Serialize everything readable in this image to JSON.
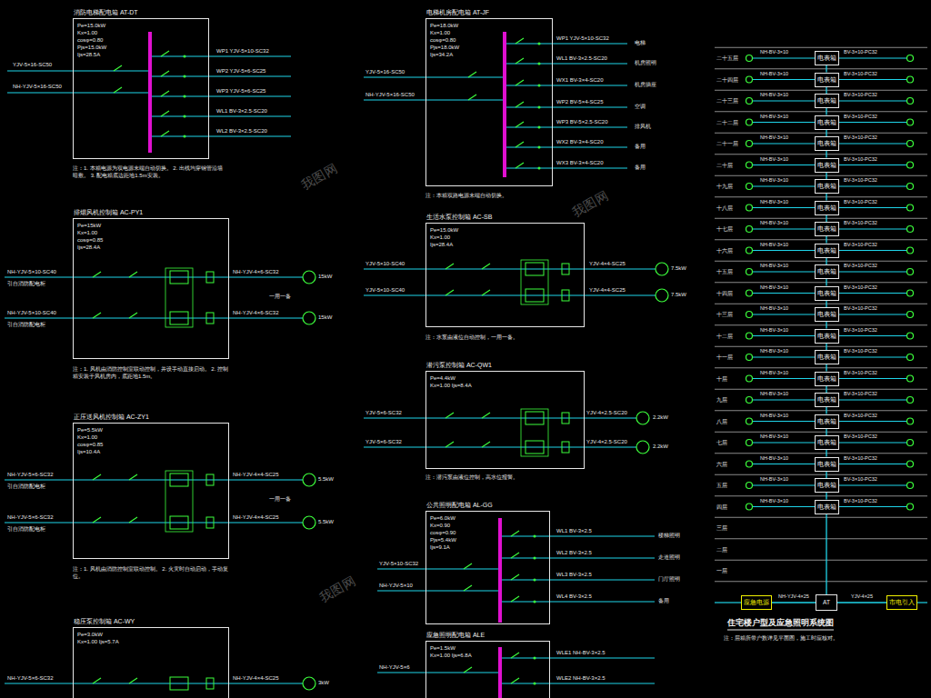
{
  "diagram": {
    "title": "住宅楼户型及应急照明系统图",
    "caption": "注：层箱所带户数详见平面图，施工时应核对。",
    "nodes": [
      {
        "text": [
          "消防电梯配电箱 AT-DT",
          "Pe=15.0kW Kx=1.00 cosφ=0.80 Pjs=15.0kW Ijs=28.5A"
        ]
      },
      {
        "text": [
          "排烟风机控制箱 AC-PY1",
          "Pe=15kW Kx=1.00 cosφ=0.85 Ijs=28.4A"
        ]
      },
      {
        "text": [
          "正压送风机控制箱 AC-ZY1",
          "Pe=5.5kW Kx=1.00 cosφ=0.85 Ijs=10.4A"
        ]
      },
      {
        "text": [
          "稳压泵控制箱 AC-WY",
          "Pe=3.0kW Kx=1.00 Ijs=5.7A"
        ]
      },
      {
        "text": [
          "电梯机房配电箱 AT-JF",
          "Pe=18.0kW Kx=1.00 cosφ=0.80 Pjs=18.0kW Ijs=34.2A"
        ]
      },
      {
        "text": [
          "生活水泵控制箱 AC-SB",
          "Pe=15.0kW Kx=1.00 Ijs=28.4A"
        ]
      },
      {
        "text": [
          "潜污泵控制箱 AC-QW1",
          "Pe=4.4kW Kx=1.00 Ijs=8.4A"
        ]
      },
      {
        "text": [
          "公共照明配电箱 AL-GG",
          "Pe=6.0kW Kx=0.90 cosφ=0.90 Pjs=5.4kW Ijs=9.1A"
        ]
      },
      {
        "text": [
          "应急照明配电箱 ALE",
          "Pe=1.5kW Kx=1.00 Ijs=6.8A"
        ]
      },
      {
        "text": [
          "电表箱"
        ]
      },
      {
        "text": [
          "电表箱"
        ]
      },
      {
        "text": [
          "电表箱"
        ]
      },
      {
        "text": [
          "电表箱"
        ]
      },
      {
        "text": [
          "电表箱"
        ]
      },
      {
        "text": [
          "电表箱"
        ]
      },
      {
        "text": [
          "电表箱"
        ]
      },
      {
        "text": [
          "电表箱"
        ]
      },
      {
        "text": [
          "电表箱"
        ]
      },
      {
        "text": [
          "电表箱"
        ]
      },
      {
        "text": [
          "电表箱"
        ]
      },
      {
        "text": [
          "电表箱"
        ]
      },
      {
        "text": [
          "电表箱"
        ]
      },
      {
        "text": [
          "电表箱"
        ]
      },
      {
        "text": [
          "电表箱"
        ]
      },
      {
        "text": [
          "电表箱"
        ]
      },
      {
        "text": [
          "电表箱"
        ]
      },
      {
        "text": [
          "电表箱"
        ]
      },
      {
        "text": [
          "电表箱"
        ]
      },
      {
        "text": [
          "电表箱"
        ]
      },
      {
        "text": [
          "电表箱"
        ]
      },
      {
        "text": [
          "电表箱"
        ]
      },
      {
        "text": [
          "应急电源"
        ]
      },
      {
        "text": [
          "AT"
        ]
      },
      {
        "text": [
          "市电引入"
        ]
      }
    ],
    "edges": [
      {
        "from": 9,
        "to": 10,
        "arrow": "none"
      },
      {
        "from": 10,
        "to": 11,
        "arrow": "none"
      },
      {
        "from": 11,
        "to": 12,
        "arrow": "none"
      },
      {
        "from": 12,
        "to": 13,
        "arrow": "none"
      },
      {
        "from": 13,
        "to": 14,
        "arrow": "none"
      },
      {
        "from": 14,
        "to": 15,
        "arrow": "none"
      },
      {
        "from": 15,
        "to": 16,
        "arrow": "none"
      },
      {
        "from": 16,
        "to": 17,
        "arrow": "none"
      },
      {
        "from": 17,
        "to": 18,
        "arrow": "none"
      },
      {
        "from": 18,
        "to": 19,
        "arrow": "none"
      },
      {
        "from": 19,
        "to": 20,
        "arrow": "none"
      },
      {
        "from": 20,
        "to": 21,
        "arrow": "none"
      },
      {
        "from": 21,
        "to": 22,
        "arrow": "none"
      },
      {
        "from": 22,
        "to": 23,
        "arrow": "none"
      },
      {
        "from": 23,
        "to": 24,
        "arrow": "none"
      },
      {
        "from": 24,
        "to": 25,
        "arrow": "none"
      },
      {
        "from": 25,
        "to": 26,
        "arrow": "none"
      },
      {
        "from": 26,
        "to": 27,
        "arrow": "none"
      },
      {
        "from": 27,
        "to": 28,
        "arrow": "none"
      },
      {
        "from": 28,
        "to": 29,
        "arrow": "none"
      },
      {
        "from": 29,
        "to": 30,
        "arrow": "none"
      },
      {
        "from": 30,
        "to": 32,
        "arrow": "none"
      },
      {
        "from": 31,
        "to": 32,
        "label": "NH-YJV-4×25",
        "arrow": "none"
      },
      {
        "from": 32,
        "to": 33,
        "label": "YJV-4×25",
        "arrow": "none"
      }
    ],
    "labels": [
      "YJV-5×16-SC50",
      "NH-YJV-5×16-SC50",
      "WP1 YJV-5×10-SC32",
      "WP2 YJV-5×6-SC25",
      "WP3 YJV-5×6-SC25",
      "WL1 BV-3×2.5-SC20",
      "WL2 BV-3×2.5-SC20",
      "注：1. 本箱电源为双电源末端自动切换。 2. 出线均穿钢管沿墙暗敷。 3. 配电箱底边距地1.5m安装。",
      "NH-YJV-5×10-SC40",
      "引自消防配电柜",
      "NH-YJV-5×10-SC40",
      "引自消防配电柜",
      "NH-YJV-4×6-SC32",
      "NH-YJV-4×6-SC32",
      "一用一备",
      "15kW",
      "15kW",
      "注：1. 风机由消防控制室联动控制，并设手动直接启动。 2. 控制箱安装于风机房内，底距地1.5m。",
      "NH-YJV-5×6-SC32",
      "引自消防配电柜",
      "NH-YJV-5×6-SC32",
      "引自消防配电柜",
      "NH-YJV-4×4-SC25",
      "NH-YJV-4×4-SC25",
      "一用一备",
      "5.5kW",
      "5.5kW",
      "注：1. 风机由消防控制室联动控制。 2. 火灾时自动启动，手动复位。",
      "NH-YJV-5×6-SC32",
      "NH-YJV-4×4-SC25",
      "3kW",
      "YJV-5×16-SC50",
      "NH-YJV-5×16-SC50",
      "WP1 YJV-5×10-SC32",
      "WL1 BV-3×2.5-SC20",
      "WX1 BV-3×4-SC20",
      "WP2 BV-5×4-SC25",
      "WP3 BV-5×2.5-SC20",
      "WX2 BV-3×4-SC20",
      "WX3 BV-3×4-SC20",
      "电梯",
      "机房照明",
      "机房插座",
      "空调",
      "排风机",
      "备用",
      "备用",
      "注：本箱双路电源末端自动切换。",
      "YJV-5×10-SC40",
      "YJV-5×10-SC40",
      "YJV-4×4-SC25",
      "YJV-4×4-SC25",
      "7.5kW",
      "7.5kW",
      "注：水泵由液位自动控制，一用一备。",
      "YJV-5×6-SC32",
      "YJV-5×6-SC32",
      "YJV-4×2.5-SC20",
      "YJV-4×2.5-SC20",
      "2.2kW",
      "2.2kW",
      "注：潜污泵由液位控制，高水位报警。",
      "YJV-5×10-SC32",
      "NH-YJV-5×10",
      "WL1 BV-3×2.5",
      "WL2 BV-3×2.5",
      "WL3 BV-3×2.5",
      "WL4 BV-3×2.5",
      "楼梯照明",
      "走道照明",
      "门厅照明",
      "备用",
      "NH-YJV-5×6",
      "WLE1 NH-BV-3×2.5",
      "WLE2 NH-BV-3×2.5",
      "二十五层",
      "NH-BV-3×10",
      "BV-3×10-PC32",
      "二十四层",
      "NH-BV-3×10",
      "BV-3×10-PC32",
      "二十三层",
      "NH-BV-3×10",
      "BV-3×10-PC32",
      "二十二层",
      "NH-BV-3×10",
      "BV-3×10-PC32",
      "二十一层",
      "NH-BV-3×10",
      "BV-3×10-PC32",
      "二十层",
      "NH-BV-3×10",
      "BV-3×10-PC32",
      "十九层",
      "NH-BV-3×10",
      "BV-3×10-PC32",
      "十八层",
      "NH-BV-3×10",
      "BV-3×10-PC32",
      "十七层",
      "NH-BV-3×10",
      "BV-3×10-PC32",
      "十六层",
      "NH-BV-3×10",
      "BV-3×10-PC32",
      "十五层",
      "NH-BV-3×10",
      "BV-3×10-PC32",
      "十四层",
      "NH-BV-3×10",
      "BV-3×10-PC32",
      "十三层",
      "NH-BV-3×10",
      "BV-3×10-PC32",
      "十二层",
      "NH-BV-3×10",
      "BV-3×10-PC32",
      "十一层",
      "NH-BV-3×10",
      "BV-3×10-PC32",
      "十层",
      "NH-BV-3×10",
      "BV-3×10-PC32",
      "九层",
      "NH-BV-3×10",
      "BV-3×10-PC32",
      "八层",
      "NH-BV-3×10",
      "BV-3×10-PC32",
      "七层",
      "NH-BV-3×10",
      "BV-3×10-PC32",
      "六层",
      "NH-BV-3×10",
      "BV-3×10-PC32",
      "五层",
      "NH-BV-3×10",
      "BV-3×10-PC32",
      "四层",
      "NH-BV-3×10",
      "BV-3×10-PC32",
      "三层",
      "二层",
      "一层",
      "我图网",
      "我图网",
      "我图网"
    ]
  }
}
